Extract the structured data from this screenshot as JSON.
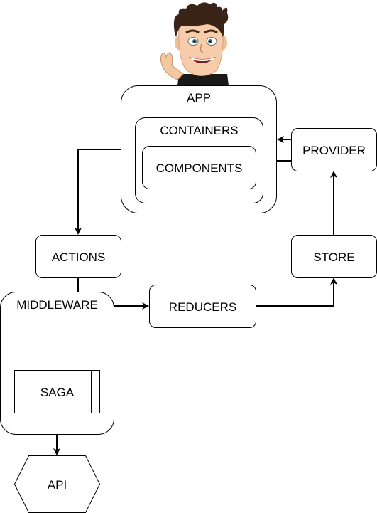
{
  "nodes": {
    "app": "APP",
    "containers": "CONTAINERS",
    "components": "COMPONENTS",
    "provider": "PROVIDER",
    "actions": "ACTIONS",
    "store": "STORE",
    "middleware": "MIDDLEWARE",
    "reducers": "REDUCERS",
    "saga": "SAGA",
    "api": "API"
  },
  "icons": {
    "mascot": "cartoon-developer-waving"
  },
  "colors": {
    "stroke": "#000000",
    "fill": "#ffffff",
    "text": "#000000"
  }
}
